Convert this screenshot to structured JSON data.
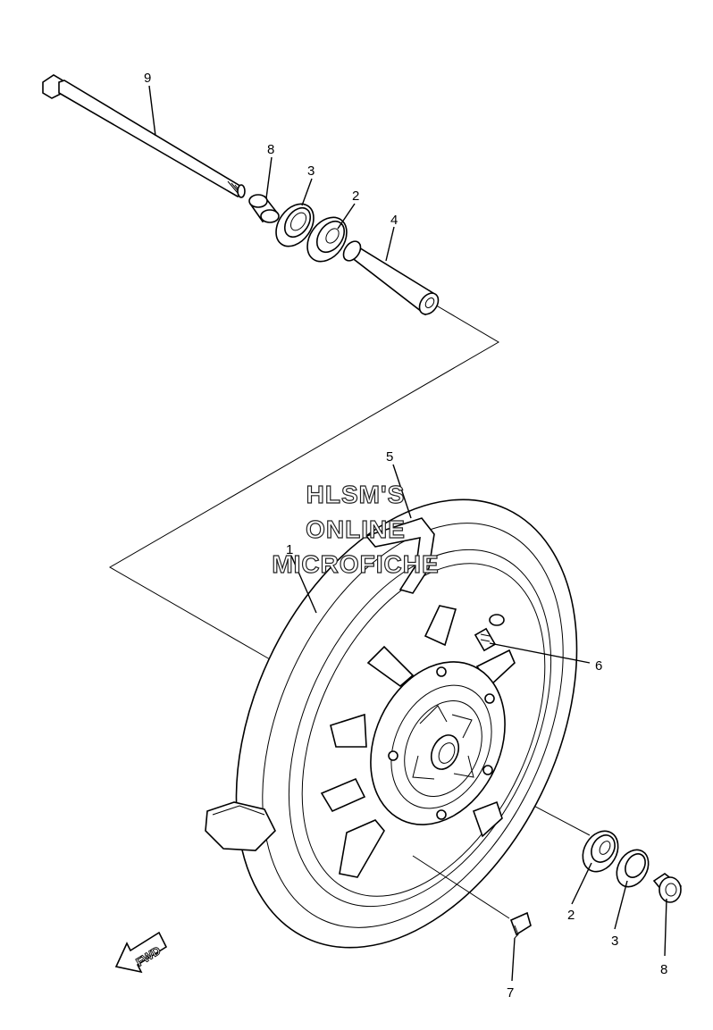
{
  "labels": {
    "axle_top": "9",
    "collar_top": "8",
    "seal_top": "3",
    "bearing_top": "2",
    "spacer": "4",
    "tire_valve_bracket": "5",
    "wheel": "1",
    "valve": "6",
    "bearing_bottom": "2",
    "seal_bottom": "3",
    "collar_bottom": "8",
    "balance_weight": "7"
  },
  "watermark": {
    "line1": "HLSM'S",
    "line2": "ONLINE",
    "line3": "MICROFICHE"
  },
  "fwd_arrow": {
    "text": "FWD"
  }
}
